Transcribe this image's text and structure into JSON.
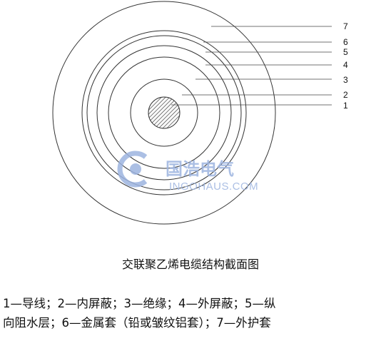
{
  "layer_numbers": [
    "7",
    "6",
    "5",
    "4",
    "3",
    "2",
    "1"
  ],
  "watermark": {
    "brand": "国浩电气",
    "url": "INGOHAUS.COM"
  },
  "caption": "交联聚乙烯电缆结构截面图",
  "legend": {
    "line1": "1—导线；2—内屏蔽；3—绝缘；4—外屏蔽；5—纵",
    "line2": "向阻水层；6—金属套（铅或皱纹铝套）；7—外护套"
  },
  "colors": {
    "stroke": "#333333",
    "watermark": "#9db4e0",
    "hatch": "#555555"
  }
}
